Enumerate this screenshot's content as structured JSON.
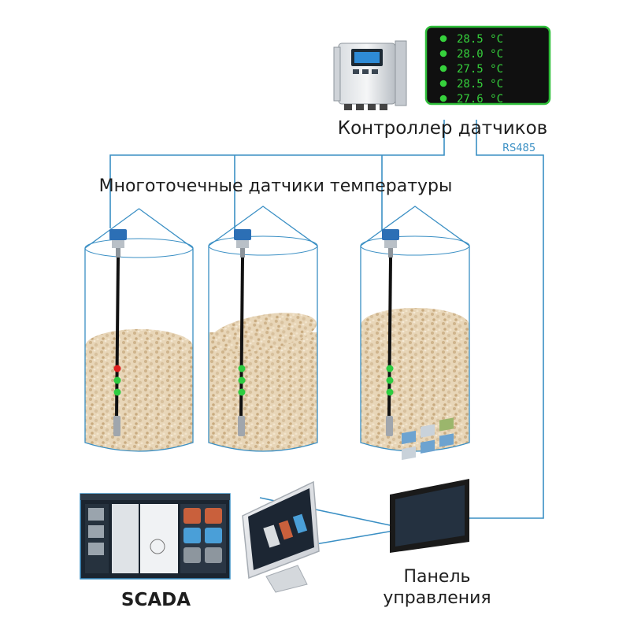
{
  "labels": {
    "controller": "Контроллер датчиков",
    "protocol": "RS485",
    "sensors": "Многоточечные датчики температуры",
    "scada": "SCADA",
    "panel_line1": "Панель",
    "panel_line2": "управления"
  },
  "display": {
    "readings": [
      "28.5 °C",
      "28.0 °C",
      "27.5 °C",
      "28.5 °C",
      "27.6 °C"
    ],
    "led_color": "#36d13c",
    "frame_color": "#2fbf3a"
  },
  "colors": {
    "wire": "#3a8fc4",
    "silo_outline": "#3a8fc4",
    "grain": "#e6d3b4",
    "sensor_ok": "#2ecc40",
    "sensor_alarm": "#e02020"
  }
}
